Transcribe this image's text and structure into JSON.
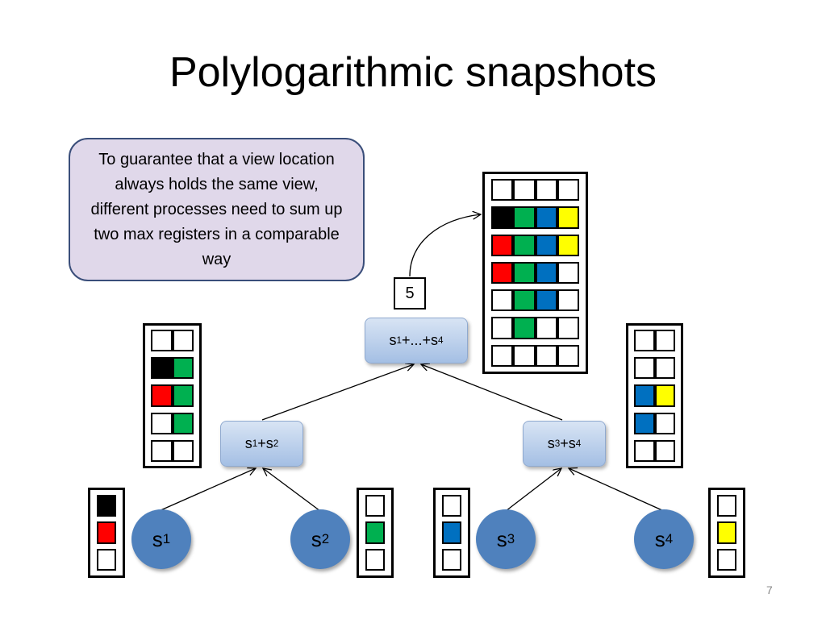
{
  "slide": {
    "title": "Polylogarithmic snapshots",
    "callout": "To guarantee that a view location always holds the same view, different processes need to sum up two max registers in a comparable way",
    "counter_value": "5",
    "page_number": "7"
  },
  "colors": {
    "black": "#000000",
    "red": "#ff0000",
    "green": "#00b050",
    "blue": "#0070c0",
    "yellow": "#ffff00",
    "white": "#ffffff",
    "node_blue": "#4f81bd",
    "callout_fill": "#e0d8ea",
    "callout_border": "#3a4e7a"
  },
  "leaves": [
    {
      "name": "s",
      "sub": "1"
    },
    {
      "name": "s",
      "sub": "2"
    },
    {
      "name": "s",
      "sub": "3"
    },
    {
      "name": "s",
      "sub": "4"
    }
  ],
  "mid_nodes": [
    {
      "a": "s",
      "a_sub": "1",
      "op": "+",
      "b": "s",
      "b_sub": "2"
    },
    {
      "a": "s",
      "a_sub": "3",
      "op": "+",
      "b": "s",
      "b_sub": "4"
    }
  ],
  "root_node": {
    "a": "s",
    "a_sub": "1",
    "op": "+...+",
    "b": "s",
    "b_sub": "4"
  },
  "registers": {
    "leaf1": [
      [
        "black"
      ],
      [
        "red"
      ],
      [
        "white"
      ]
    ],
    "leaf2": [
      [
        "white"
      ],
      [
        "green"
      ],
      [
        "white"
      ]
    ],
    "leaf3": [
      [
        "white"
      ],
      [
        "blue"
      ],
      [
        "white"
      ]
    ],
    "leaf4": [
      [
        "white"
      ],
      [
        "yellow"
      ],
      [
        "white"
      ]
    ],
    "left": [
      [
        "white",
        "white"
      ],
      [
        "black",
        "green"
      ],
      [
        "red",
        "green"
      ],
      [
        "white",
        "green"
      ],
      [
        "white",
        "white"
      ]
    ],
    "right": [
      [
        "white",
        "white"
      ],
      [
        "white",
        "white"
      ],
      [
        "blue",
        "yellow"
      ],
      [
        "blue",
        "white"
      ],
      [
        "white",
        "white"
      ]
    ],
    "root": [
      [
        "white",
        "white",
        "white",
        "white"
      ],
      [
        "black",
        "green",
        "blue",
        "yellow"
      ],
      [
        "red",
        "green",
        "blue",
        "yellow"
      ],
      [
        "red",
        "green",
        "blue",
        "white"
      ],
      [
        "white",
        "green",
        "blue",
        "white"
      ],
      [
        "white",
        "green",
        "white",
        "white"
      ],
      [
        "white",
        "white",
        "white",
        "white"
      ]
    ]
  }
}
